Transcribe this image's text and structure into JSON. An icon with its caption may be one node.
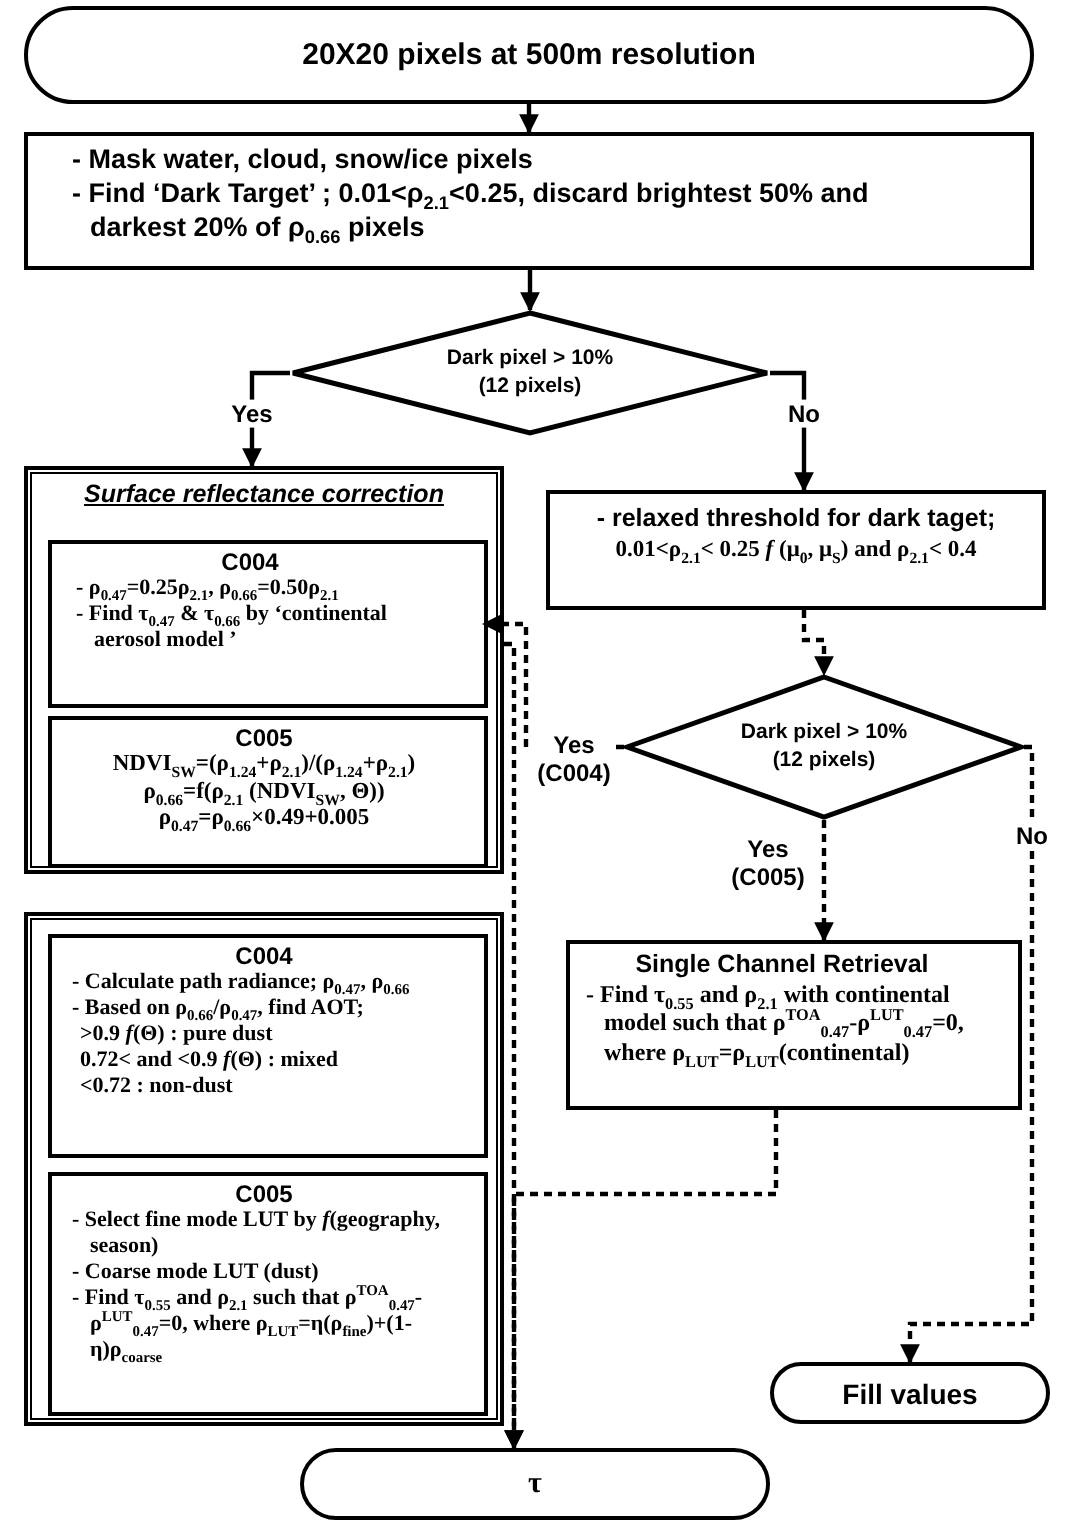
{
  "diagram": {
    "nodes": [
      {
        "text": [
          "20X20 pixels at 500m resolution"
        ]
      },
      {
        "text": [
          "- Mask water, cloud, snow/ice pixels",
          "- Find ‘Dark Target’ ; 0.01<ρ$_{2.1}$<0.25, discard brightest 50% and darkest 20% of ρ$_{0.66}$ pixels"
        ]
      },
      {
        "text": [
          "Dark pixel > 10% (12 pixels)"
        ]
      },
      {
        "text": [
          "Surface reflectance correction"
        ]
      },
      {
        "text": [
          "C004",
          "- ρ$_{0.47}$=0.25ρ$_{2.1}$, ρ$_{0.66}$=0.50ρ$_{2.1}$",
          "- Find τ$_{0.47}$ & τ$_{0.66}$ by ‘continental aerosol model ’"
        ],
        "in": 3
      },
      {
        "text": [
          "C005",
          "NDVI$_{SW}$=(ρ$_{1.24}$+ρ$_{2.1}$)/(ρ$_{1.24}$+ρ$_{2.1}$)",
          "ρ$_{0.66}$=f(ρ$_{2.1}$ (NDVI$_{SW}$, Θ))",
          "ρ$_{0.47}$=ρ$_{0.66}$×0.49+0.005"
        ],
        "in": 3
      },
      {
        "text": [
          "- relaxed threshold for dark taget;",
          "0.01<ρ$_{2.1}$< 0.25 *f* (μ$_{0}$, μ$_{S}$) and ρ$_{2.1}$< 0.4"
        ]
      },
      {
        "text": [
          "Dark pixel > 10% (12 pixels)"
        ]
      },
      {
        "text": [],
        "shape": "box"
      },
      {
        "text": [
          "C004",
          "- Calculate path radiance; ρ$_{0.47}$, ρ$_{0.66}$",
          "- Based on ρ$_{0.66}$/ρ$_{0.47}$, find AOT;",
          ">0.9 *f*(Θ) : pure dust",
          "0.72< and <0.9 *f*(Θ) : mixed",
          "<0.72 : non-dust"
        ],
        "in": 8
      },
      {
        "text": [
          "C005",
          "- Select fine mode LUT by *f*(geography, season)",
          "- Coarse mode LUT (dust)",
          "- Find τ$_{0.55}$ and ρ$_{2.1}$ such that ρ$^{TOA}$$_{0.47}$-ρ$^{LUT}$$_{0.47}$=0, where ρ$_{LUT}$=η(ρ$_{fine}$)+(1-η)ρ$_{coarse}$"
        ],
        "in": 8
      },
      {
        "text": [
          "Single Channel Retrieval",
          "- Find τ$_{0.55}$ and ρ$_{2.1}$ with continental model such that ρ$^{TOA}$$_{0.47}$-ρ$^{LUT}$$_{0.47}$=0, where ρ$_{LUT}$=ρ$_{LUT}$(continental)"
        ]
      },
      {
        "text": [
          "Fill values"
        ]
      },
      {
        "text": [
          "τ"
        ]
      }
    ],
    "edges": [
      {
        "from": 0,
        "to": 1,
        "arrow": "to"
      },
      {
        "from": 1,
        "to": 2,
        "arrow": "to"
      },
      {
        "from": 2,
        "to": 3,
        "arrow": "to",
        "label": "Yes"
      },
      {
        "from": 2,
        "to": 6,
        "arrow": "to",
        "label": "No"
      },
      {
        "from": 6,
        "to": 7,
        "arrow": "to",
        "style": "dashed"
      },
      {
        "from": 7,
        "to": 4,
        "arrow": "to",
        "style": "dashed",
        "label": "Yes (C004)"
      },
      {
        "from": 7,
        "to": 11,
        "arrow": "to",
        "style": "dashed",
        "label": "Yes (C005)"
      },
      {
        "from": 7,
        "to": 12,
        "arrow": "to",
        "style": "dashed",
        "label": "No"
      },
      {
        "from": 11,
        "to": 13,
        "arrow": "to",
        "style": "dashed"
      },
      {
        "from": 3,
        "to": 13,
        "arrow": "to",
        "style": "dashed"
      }
    ]
  }
}
